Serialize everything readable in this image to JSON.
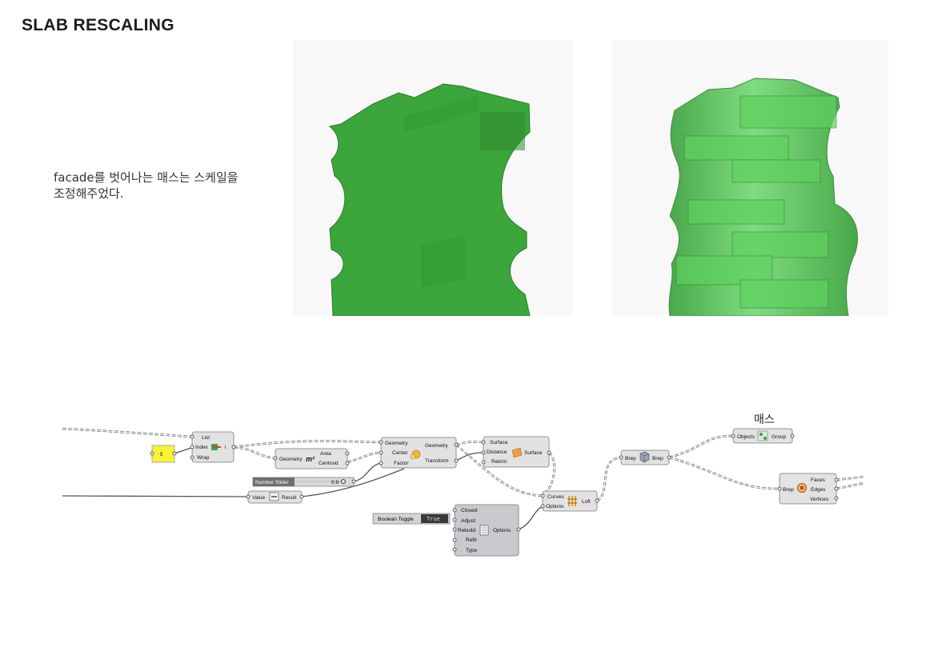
{
  "page": {
    "title": "SLAB RESCALING",
    "description": "facade를 벗어나는 매스는 스케일을\n조정해주었다."
  },
  "colors": {
    "mesh_green": "#3fae3f",
    "mesh_dark": "#2f8f2f",
    "glass_green": "#4cc84c",
    "panel_yellow": "#f7f23a",
    "toggle_dark": "#3a3a3a",
    "component_grey": "#e2e2e2"
  },
  "graph": {
    "mass_label": "매스",
    "panel_value": "5",
    "list_item": {
      "inputs": [
        "List",
        "Index",
        "Wrap"
      ],
      "output": "i",
      "icon": "list-item-icon"
    },
    "area": {
      "input": "Geometry",
      "outputs": [
        "Area",
        "Centroid"
      ],
      "icon": "area-icon",
      "icon_text": "m²"
    },
    "scale": {
      "inputs": [
        "Geometry",
        "Center",
        "Factor"
      ],
      "outputs": [
        "Geometry",
        "Transform"
      ],
      "icon": "scale-icon"
    },
    "offset": {
      "inputs": [
        "Surface",
        "Distance",
        "Retrim"
      ],
      "output": "Surface",
      "icon": "offset-surface-icon"
    },
    "slider": {
      "label": "Number Slider",
      "value": "0.9"
    },
    "negative": {
      "input": "Value",
      "output": "Result",
      "icon": "negative-icon"
    },
    "toggle": {
      "label": "Boolean Toggle",
      "value": "True"
    },
    "loft_options": {
      "inputs": [
        "Closed",
        "Adjust",
        "Rebuild",
        "Refit",
        "Type"
      ],
      "output": "Options",
      "icon": "loft-options-icon"
    },
    "loft": {
      "inputs": [
        "Curves",
        "Options"
      ],
      "output": "Loft",
      "icon": "loft-icon"
    },
    "brep": {
      "input": "Brep",
      "output": "Brep",
      "icon": "brep-icon"
    },
    "group": {
      "input": "Objects",
      "output": "Group",
      "icon": "group-icon"
    },
    "deconstruct": {
      "input": "Brep",
      "outputs": [
        "Faces",
        "Edges",
        "Vertices"
      ],
      "icon": "deconstruct-brep-icon"
    }
  }
}
